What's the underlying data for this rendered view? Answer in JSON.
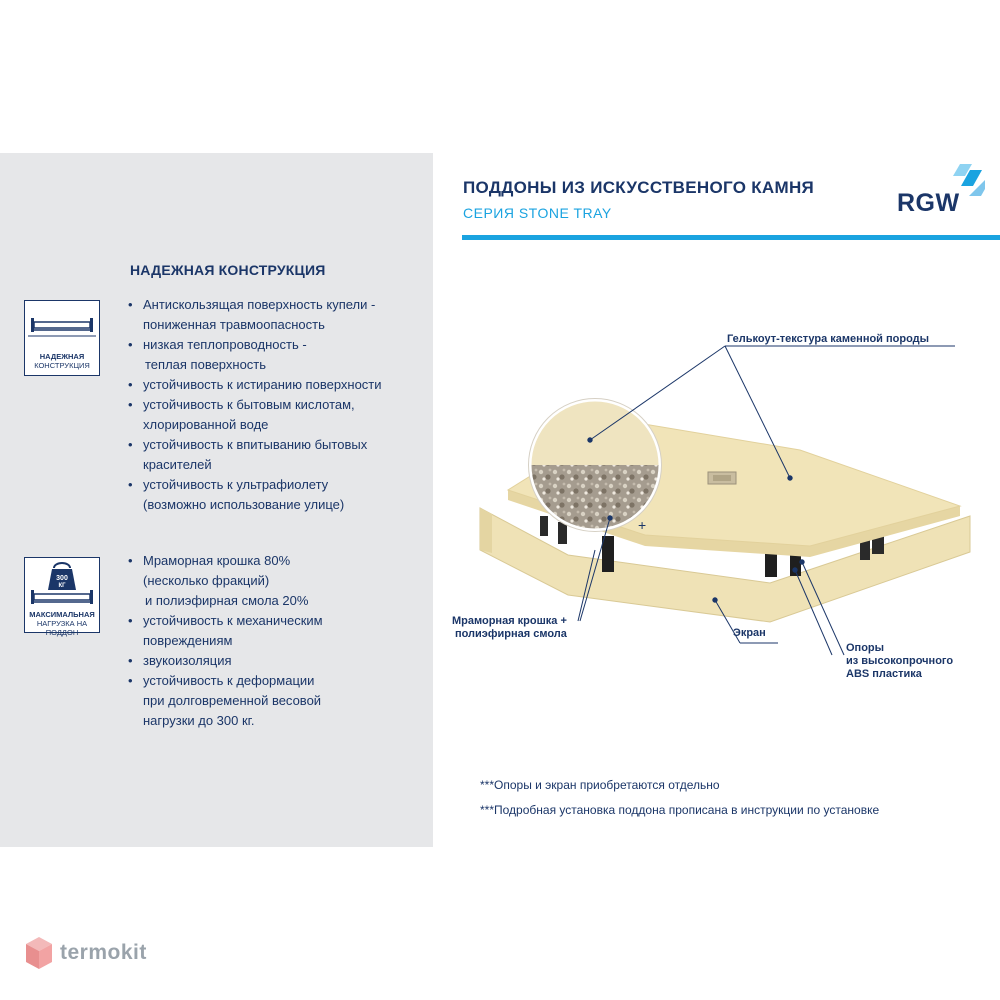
{
  "header": {
    "title": "ПОДДОНЫ ИЗ ИСКУССТВЕНОГО КАМНЯ",
    "subtitle": "СЕРИЯ STONE TRAY",
    "logo": "RGW",
    "accent_color": "#1aa3e0",
    "text_color": "#1b3668"
  },
  "left": {
    "section_title": "НАДЕЖНАЯ КОНСТРУКЦИЯ",
    "icon1": {
      "icon": "shelf-icon",
      "caption_line1": "НАДЕЖНАЯ",
      "caption_line2": "КОНСТРУКЦИЯ"
    },
    "list1": [
      {
        "l1": "Антискользящая поверхность купели -",
        "l2": "пониженная травмоопасность"
      },
      {
        "l1": "низкая теплопроводность -",
        "l2": "теплая поверхность"
      },
      {
        "l1": "устойчивость к истиранию поверхности",
        "l2": ""
      },
      {
        "l1": "устойчивость к бытовым кислотам,",
        "l2": "хлорированной воде"
      },
      {
        "l1": "устойчивость к впитыванию бытовых",
        "l2": "красителей"
      },
      {
        "l1": "устойчивость к ультрафиолету",
        "l2": "(возможно использование улице)"
      }
    ],
    "icon2": {
      "icon": "weight-icon",
      "weight_line1": "300",
      "weight_line2": "КГ",
      "caption_line1": "МАКСИМАЛЬНАЯ",
      "caption_line2": "НАГРУЗКА НА ПОДДОН"
    },
    "list2": [
      {
        "l1": "Мраморная крошка 80%",
        "l2": "(несколько фракций)",
        "l3": "и полиэфирная смола 20%"
      },
      {
        "l1": "устойчивость к механическим",
        "l2": "повреждениям",
        "l3": ""
      },
      {
        "l1": "звукоизоляция",
        "l2": "",
        "l3": ""
      },
      {
        "l1": "устойчивость к деформации",
        "l2": "при долговременной весовой",
        "l3": "нагрузки до 300 кг."
      }
    ]
  },
  "diagram": {
    "callout_gelcoat": "Гелькоут-текстура каменной породы",
    "callout_marble_line1": "Мраморная крошка +",
    "callout_marble_line2": "полиэфирная смола",
    "callout_screen": "Экран",
    "callout_supports_line1": "Опоры",
    "callout_supports_line2": "из высокопрочного",
    "callout_supports_line3": "ABS пластика",
    "plus": "+"
  },
  "notes": {
    "note1": "***Опоры и экран приобретаются отдельно",
    "note2": "***Подробная установка поддона прописана в инструкции по установке"
  },
  "watermark": {
    "text": "termokit",
    "icon": "cube-logo-icon"
  }
}
